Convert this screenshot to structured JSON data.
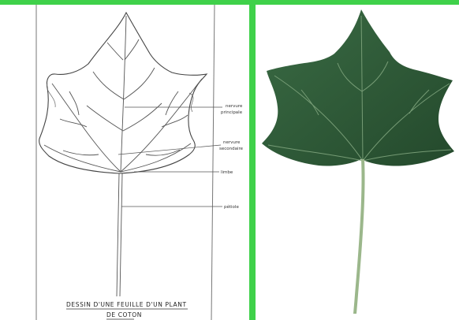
{
  "drawing": {
    "labels": {
      "nervure_principale_1": "nervure",
      "nervure_principale_2": "principale",
      "nervure_secondaire_1": "nervure",
      "nervure_secondaire_2": "secondaire",
      "limbe": "limbe",
      "petiole": "pétiole"
    },
    "caption_line1": "DESSIN D'UNE FEUILLE D'UN PLANT",
    "caption_line2": "DE COTON"
  },
  "colors": {
    "frame": "#3fd14a",
    "leaf_dark": "#2d5a37",
    "leaf_mid": "#3a6b44",
    "vein": "#6b9a6a",
    "petiole": "#8fae7e"
  }
}
